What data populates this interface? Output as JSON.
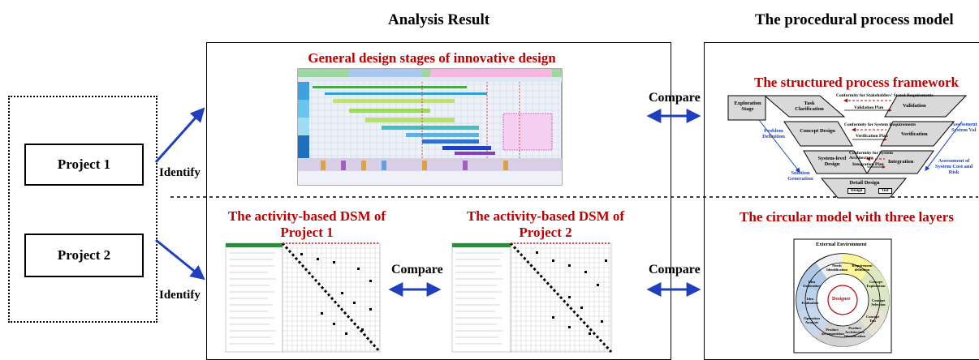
{
  "headers": {
    "analysis_result": "Analysis Result",
    "procedural_model": "The procedural process model"
  },
  "projects": {
    "project1": "Project 1",
    "project2": "Project 2"
  },
  "arrows": {
    "identify_top": "Identify",
    "identify_bottom": "Identify",
    "compare_top": "Compare",
    "compare_dsm": "Compare",
    "compare_bottom": "Compare"
  },
  "analysis": {
    "gantt_title": "General design stages of innovative design",
    "dsm1_title_line1": "The activity-based DSM of",
    "dsm1_title_line2": "Project 1",
    "dsm2_title_line1": "The activity-based DSM of",
    "dsm2_title_line2": "Project 2"
  },
  "procedural": {
    "structured_title": "The structured process framework",
    "circular_title": "The circular model with three layers",
    "v_model": {
      "exploration": "Exploration Stage",
      "task_clarification": "Task Clarification",
      "concept_design": "Concept Design",
      "system_level_design": "System-level Design",
      "detail_design": "Detail Design",
      "validation": "Validation",
      "verification": "Verification",
      "integration": "Integration",
      "conformity_stakeholders": "Conformity for Stakeholders' Stated Requirements",
      "validation_plan": "Validation Plan",
      "conformity_system_req": "Conformity for System Requirements",
      "verification_plan": "Verification Plan",
      "conformity_architecture": "Conformity for System Architecture",
      "integration_plan": "Integration Plan",
      "problem_definition": "Problem Definition",
      "solution_generation": "Solution Generation",
      "assessment_system_val": "Assessment System Val",
      "assessment_cost_risk": "Assessment of System Cost and Risk",
      "design": "Design",
      "test": "Test"
    },
    "circle": {
      "external_environment": "External Environment",
      "designer": "Designer",
      "segments": [
        "Needs Identification",
        "Requirement definition",
        "Concept Exploration",
        "Concept Selection",
        "Concept Test",
        "Product Architecture Identification",
        "Product decomposition",
        "Operation Analysis",
        "Idea Generation",
        "Idea Evaluation"
      ]
    }
  },
  "colors": {
    "title_red": "#c00000",
    "arrow_blue": "#1f3fbf"
  }
}
